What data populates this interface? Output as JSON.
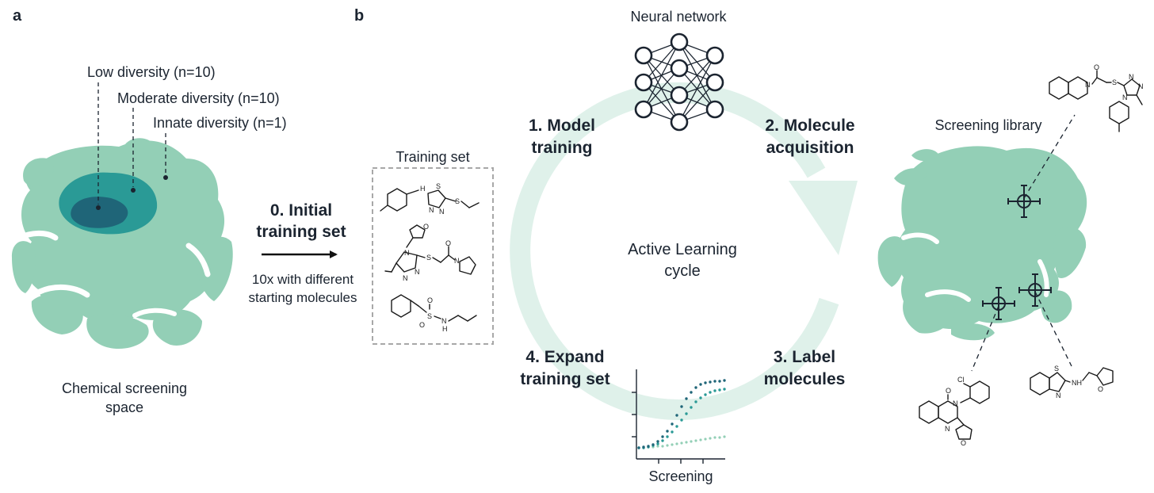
{
  "panel_a": {
    "label": "a",
    "diversity_labels": [
      "Low diversity (n=10)",
      "Moderate diversity (n=10)",
      "Innate diversity (n=1)"
    ],
    "caption_line1": "Chemical screening",
    "caption_line2": "space"
  },
  "arrow": {
    "title_line1": "0. Initial",
    "title_line2": "training set",
    "note_line1": "10x with different",
    "note_line2": "starting molecules"
  },
  "panel_b": {
    "label": "b",
    "training_set_title": "Training set",
    "network_title": "Neural network",
    "cycle_line1": "Active Learning",
    "cycle_line2": "cycle",
    "steps": [
      {
        "line1": "1. Model",
        "line2": "training"
      },
      {
        "line1": "2. Molecule",
        "line2": "acquisition"
      },
      {
        "line1": "3. Label",
        "line2": "molecules"
      },
      {
        "line1": "4. Expand",
        "line2": "training set"
      }
    ],
    "plot_xlabel": "Screening",
    "library_title": "Screening library"
  },
  "atoms": {
    "N": "N",
    "NH": "NH",
    "H": "H",
    "S": "S",
    "O": "O",
    "Cl": "Cl"
  },
  "colors": {
    "space_light": "#93cfb6",
    "space_mid": "#2a9a96",
    "space_dark": "#1f6578",
    "cycle": "#dff1ea",
    "network": "#1b2430",
    "curve_dark": "#1f6578",
    "curve_mid": "#2a9a96",
    "curve_light": "#93cfb6"
  }
}
